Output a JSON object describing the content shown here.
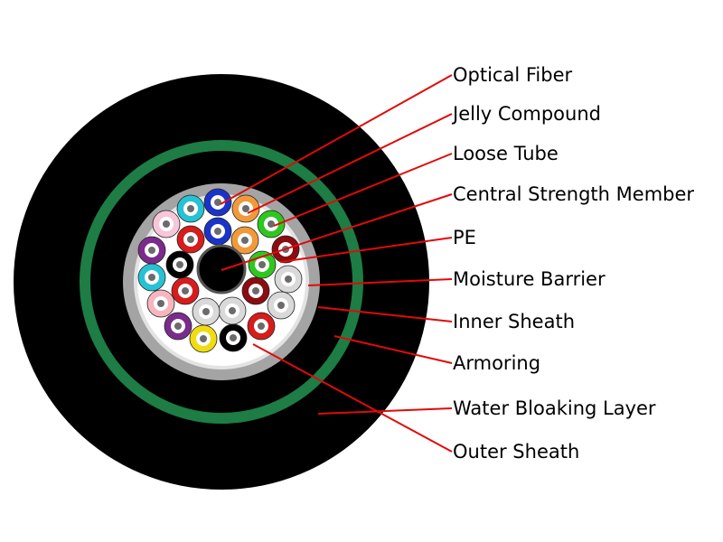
{
  "labels": [
    "Optical Fiber",
    "Jelly Compound",
    "Loose Tube",
    "Central Strength Member",
    "PE",
    "Moisture Barrier",
    "Inner Sheath",
    "Armoring",
    "Water Bloaking Layer",
    "Outer Sheath"
  ],
  "colors": {
    "outer_sheath": "#000000",
    "armoring": "#1d7d44",
    "inner_sheath": "#a4a4a4",
    "moisture_barrier": "#e3e3e3",
    "core_fill": "#ffffff",
    "central_member": "#000000",
    "central_member_ring": "#555555",
    "leader_line": "#e10a0a"
  },
  "loose_tube_colors": [
    "#1a34c8",
    "#f29a3a",
    "#2ec71f",
    "#8a0d12",
    "#d9d9d9",
    "#8a0d12",
    "#d9d9d9",
    "#d61c1c",
    "#000000",
    "#f0dc12",
    "#7b2b8c",
    "#f7b6be",
    "#27c2d4",
    "#7b2b8c",
    "#f7c6d8",
    "#27c2d4",
    "#1a34c8",
    "#f29a3a",
    "#2ec71f",
    "#d9d9d9",
    "#d61c1c",
    "#d9d9d9",
    "#000000",
    "#d61c1c",
    "#f0dc12"
  ]
}
